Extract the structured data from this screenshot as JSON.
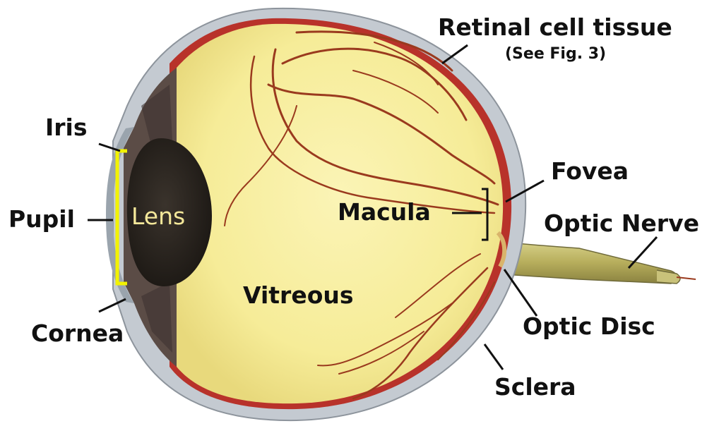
{
  "labels": {
    "retinal_cell_tissue": "Retinal cell tissue",
    "see_fig": "(See Fig. 3)",
    "iris": "Iris",
    "pupil": "Pupil",
    "lens": "Lens",
    "cornea": "Cornea",
    "macula": "Macula",
    "fovea": "Fovea",
    "optic_nerve": "Optic Nerve",
    "vitreous": "Vitreous",
    "optic_disc": "Optic Disc",
    "sclera": "Sclera"
  },
  "colors": {
    "vitreous_fill": "#f6ec98",
    "retina_red": "#b8322a",
    "sclera_gray": "#b9c0c8",
    "lens_dark": "#2a241f",
    "iris_brown": "#5a4a44",
    "pupil_bracket": "#f2f200",
    "vessel": "#9a3a1e",
    "nerve": "#a9a052"
  }
}
